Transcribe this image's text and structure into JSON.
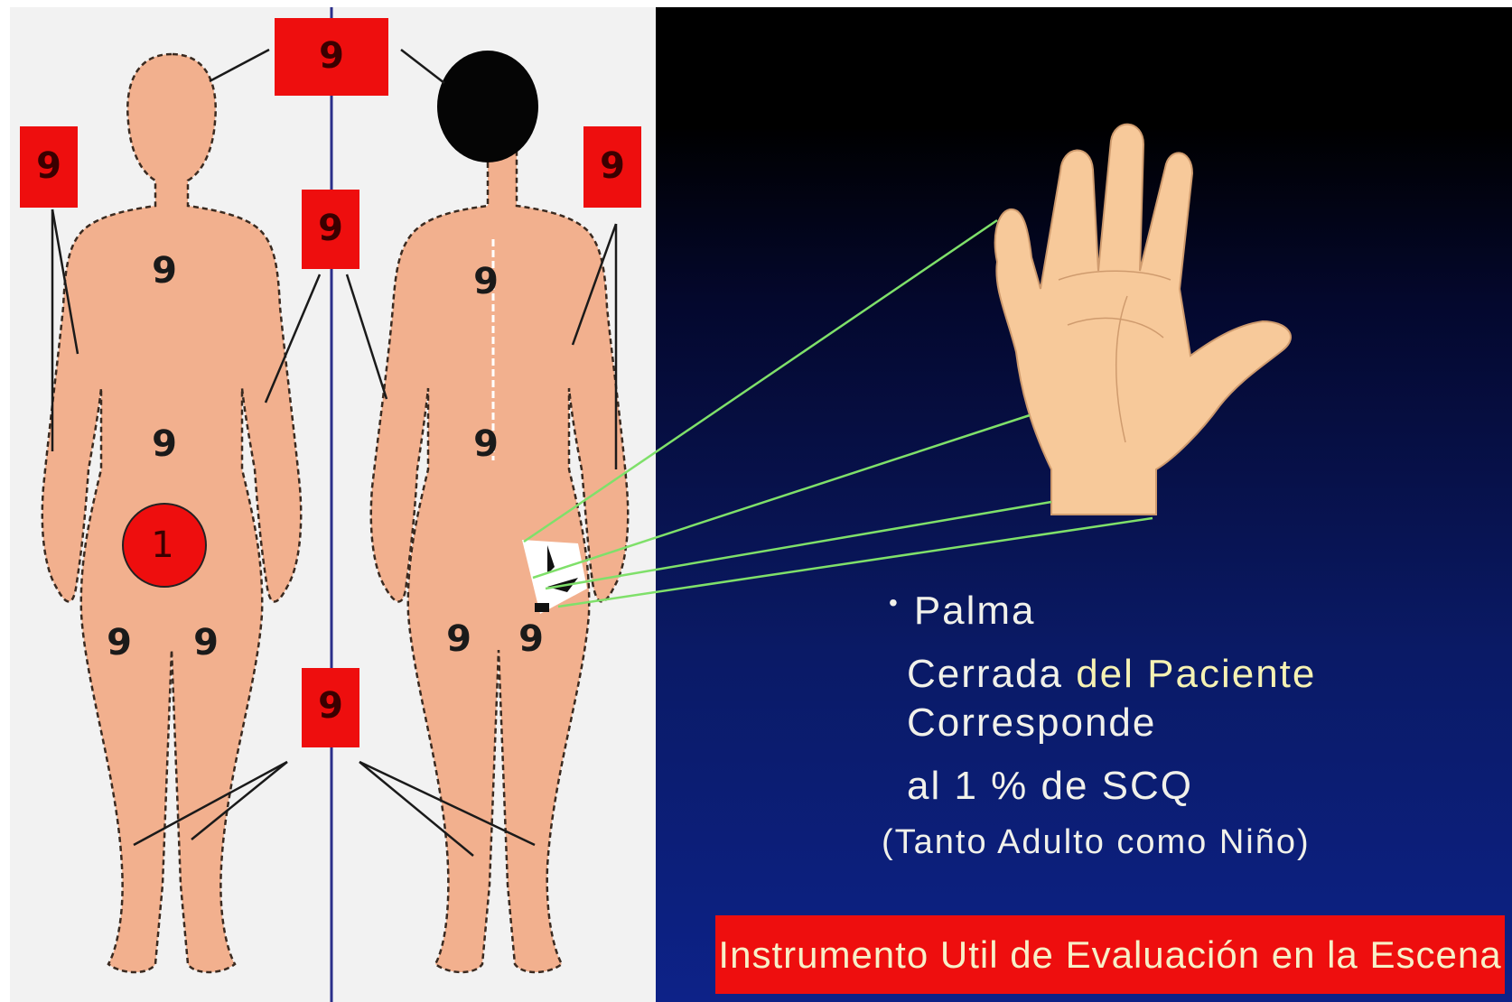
{
  "badges": {
    "head": "9",
    "arm_left": "9",
    "arm_right": "9",
    "trunk_divider": "9",
    "legs": "9"
  },
  "regions": {
    "front_chest": "9",
    "front_abdomen": "9",
    "front_leg_left": "9",
    "front_leg_right": "9",
    "back_upper": "9",
    "back_lower": "9",
    "back_leg_left": "9",
    "back_leg_right": "9"
  },
  "genital": "1",
  "caption": {
    "bullet": "•",
    "line1": "Palma",
    "line2_a": "Cerrada ",
    "line2_b": "del Paciente",
    "line3": "Corresponde",
    "line4": "al 1 % de SCQ",
    "line5": "(Tanto Adulto como Niño)"
  },
  "banner": "Instrumento Util de Evaluación en la Escena",
  "colors": {
    "badge_red": "#ee0e0e",
    "skin": "#f2b08e",
    "hand": "#f7c99a",
    "divider_blue": "#2b2f8a",
    "pointer_green": "#7fe06a",
    "navy": "#0d2288"
  }
}
